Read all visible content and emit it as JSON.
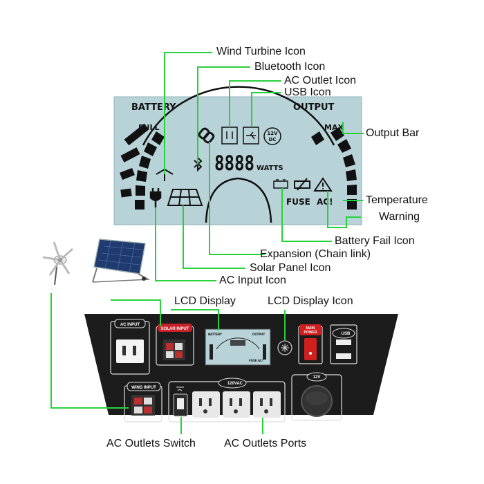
{
  "callouts": {
    "wind_turbine_icon": "Wind Turbine Icon",
    "bluetooth_icon": "Bluetooth Icon",
    "ac_outlet_icon": "AC Outlet Icon",
    "usb_icon": "USB Icon",
    "output_bar": "Output Bar",
    "temperature_warning_line1": "Temperature",
    "temperature_warning_line2": "Warning",
    "battery_fail_icon": "Battery Fail Icon",
    "expansion_chain_link": "Expansion (Chain link)",
    "solar_panel_icon": "Solar Panel Icon",
    "ac_input_icon": "AC Input Icon",
    "lcd_display": "LCD Display",
    "lcd_display_icon": "LCD Display Icon",
    "ac_outlets_switch": "AC Outlets Switch",
    "ac_outlets_ports": "AC Outlets Ports"
  },
  "lcd": {
    "battery_label": "BATTERY",
    "output_label": "OUTPUT",
    "full_label": "FULL",
    "max_label": "MAX",
    "digits": "8888",
    "watts_label": "WATTS",
    "dc_badge_line1": "12V",
    "dc_badge_line2": "DC",
    "fuse_label": "FUSE",
    "ac_label": "AC!"
  },
  "panel": {
    "ac_input_label": "AC INPUT",
    "solar_input_label": "SOLAR INPUT",
    "wind_input_label": "WIND INPUT",
    "vac_label": "120VAC",
    "main_power_line1": "MAIN",
    "main_power_line2": "POWER",
    "usb_label": "USB",
    "v12_label": "12V",
    "mini_battery": "BATTERY",
    "mini_output": "OUTPUT",
    "mini_fuse": "FUSE AC!"
  },
  "colors": {
    "callout_line": "#27d13a",
    "lcd_background": "#b8d3d8",
    "lcd_ink": "#111111",
    "panel_body": "#1c1c1c",
    "solar_connector_red": "#c8202a",
    "power_switch_red": "#d0201e"
  }
}
